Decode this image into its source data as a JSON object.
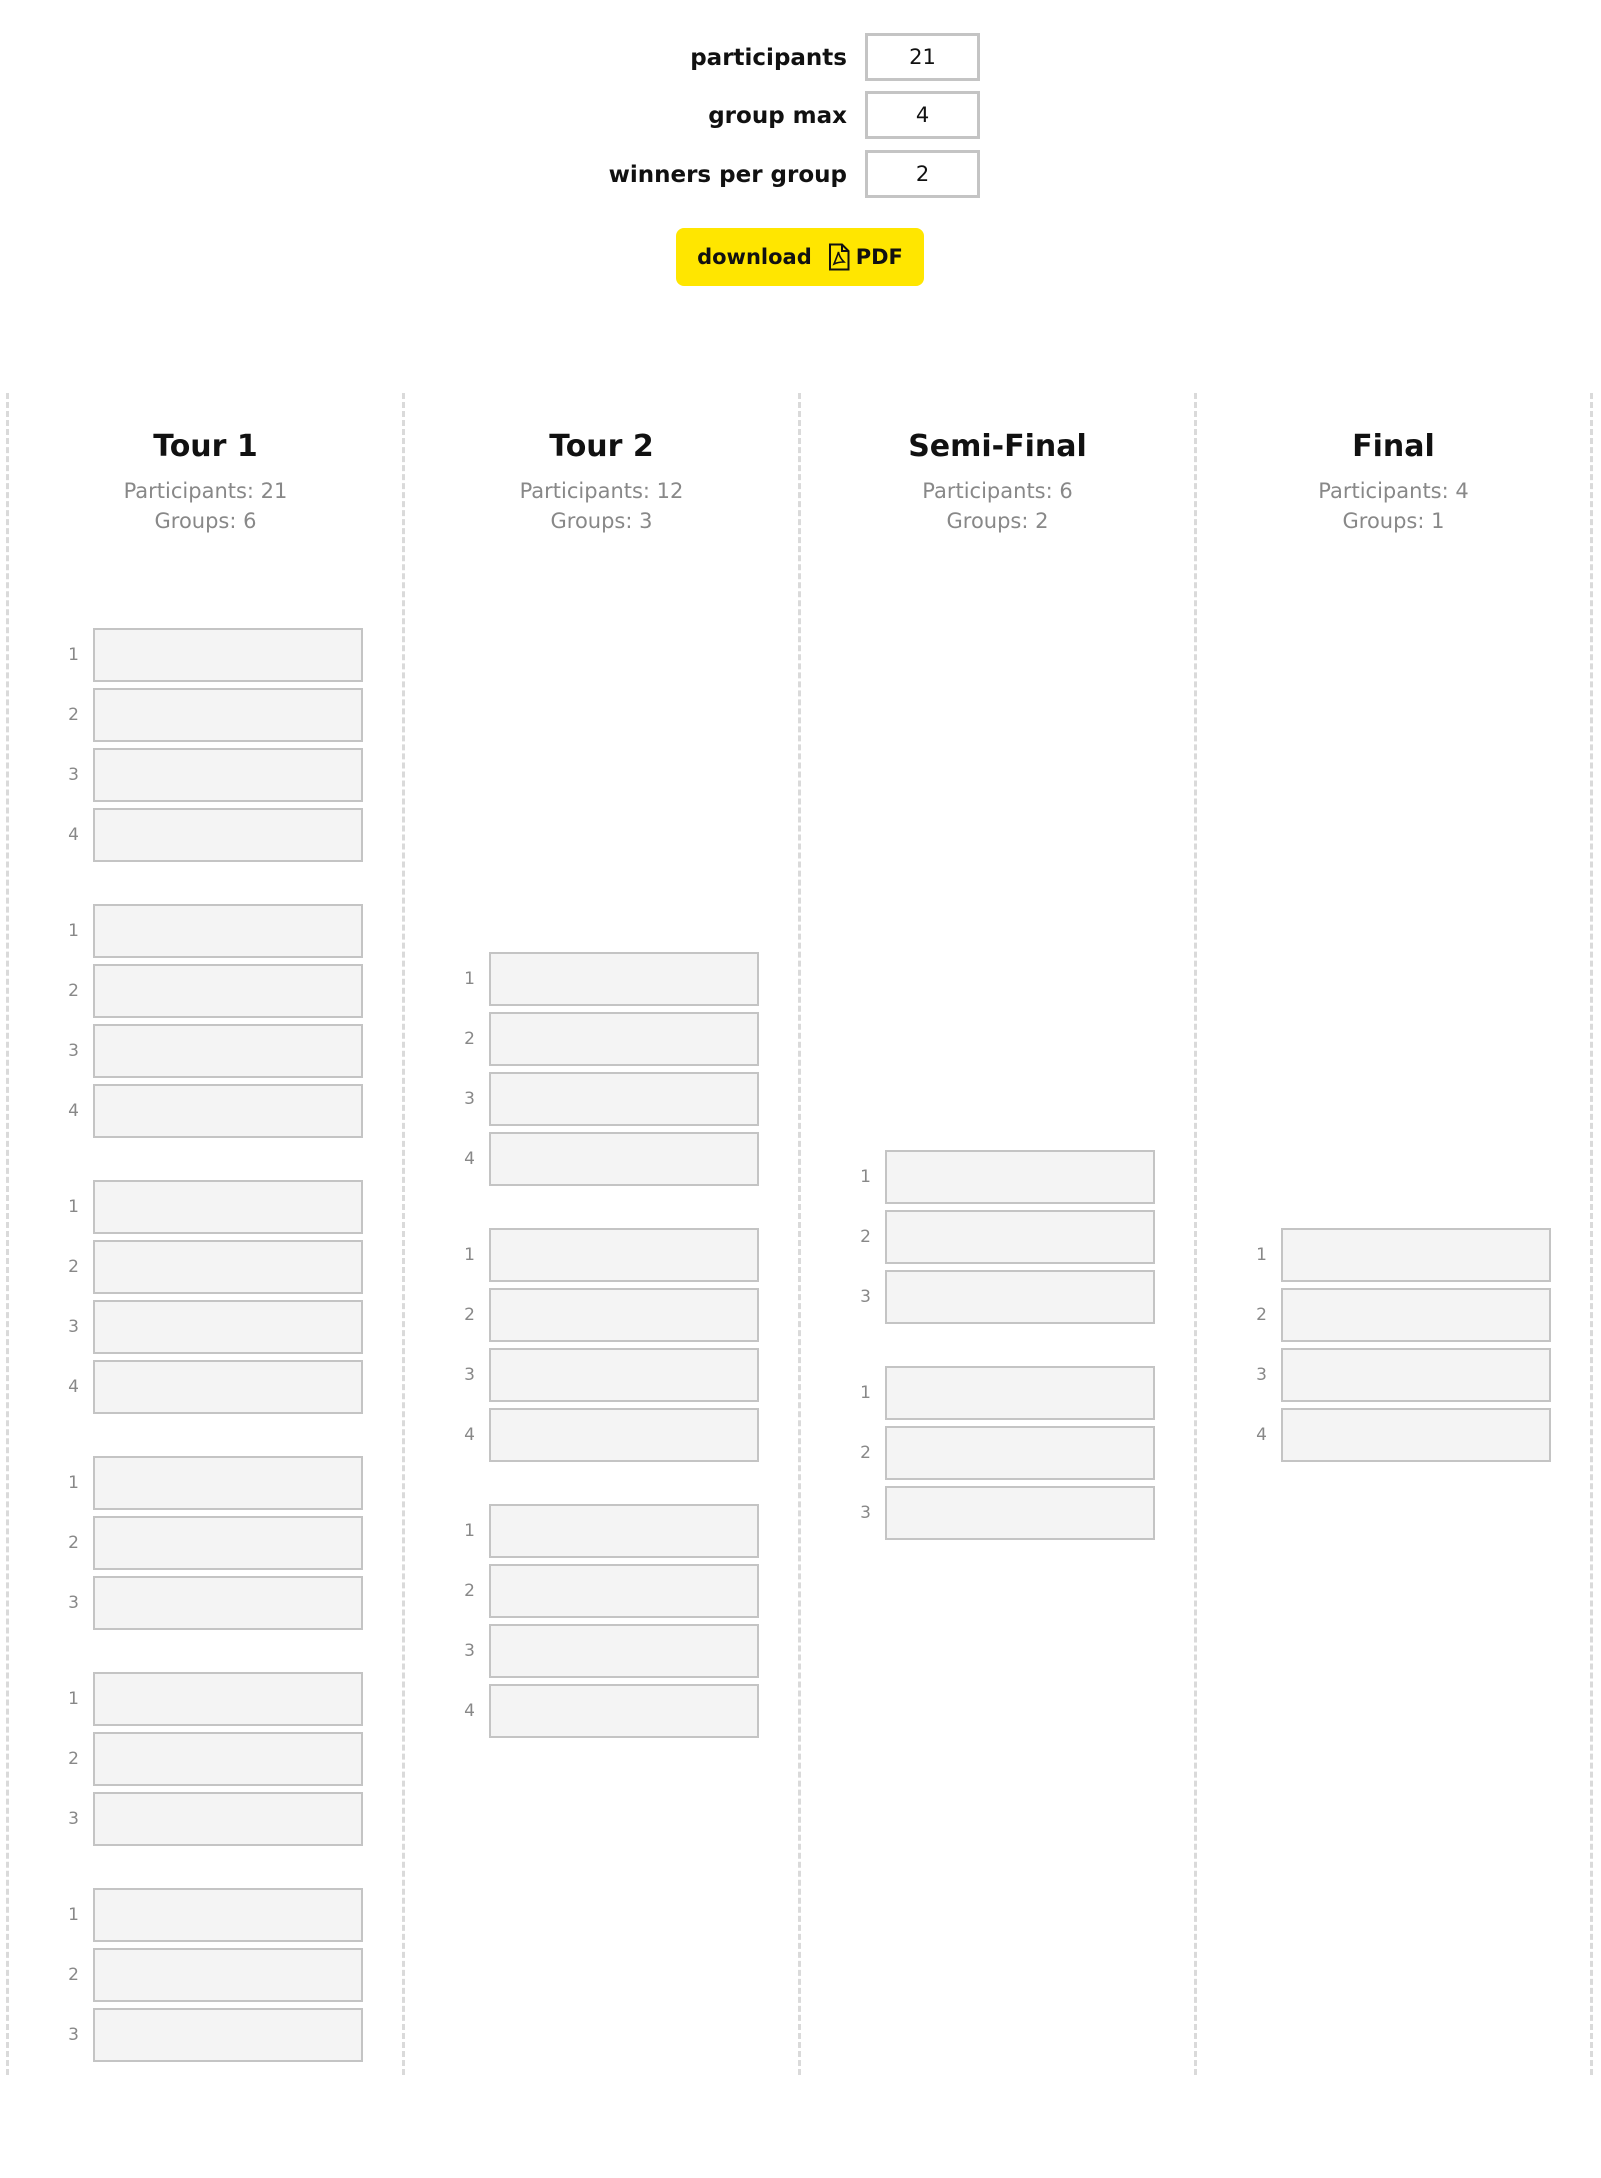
{
  "settings": {
    "participants_label": "participants",
    "participants_value": "21",
    "group_max_label": "group max",
    "group_max_value": "4",
    "winners_label": "winners per group",
    "winners_value": "2"
  },
  "download": {
    "label": "download",
    "format": "PDF",
    "icon": "pdf-file-icon",
    "color": "#ffe600"
  },
  "rounds": [
    {
      "title": "Tour 1",
      "participants": "Participants: 21",
      "groups": "Groups: 6",
      "group_sizes": [
        4,
        4,
        4,
        3,
        3,
        3
      ]
    },
    {
      "title": "Tour 2",
      "participants": "Participants: 12",
      "groups": "Groups: 3",
      "group_sizes": [
        4,
        4,
        4
      ]
    },
    {
      "title": "Semi-Final",
      "participants": "Participants: 6",
      "groups": "Groups: 2",
      "group_sizes": [
        3,
        3
      ]
    },
    {
      "title": "Final",
      "participants": "Participants: 4",
      "groups": "Groups: 1",
      "group_sizes": [
        4
      ]
    }
  ]
}
